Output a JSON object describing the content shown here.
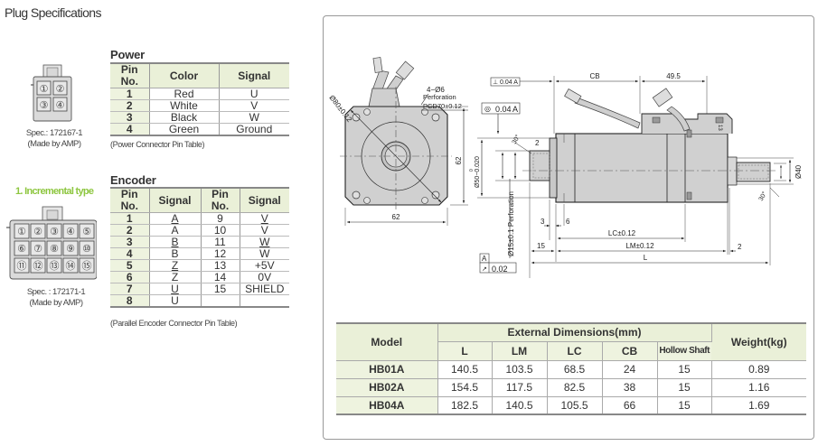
{
  "page": {
    "title": "Plug Specifications"
  },
  "power": {
    "title": "Power",
    "headers": [
      "Pin No.",
      "Color",
      "Signal"
    ],
    "rows": [
      {
        "pin": "1",
        "color": "Red",
        "signal": "U"
      },
      {
        "pin": "2",
        "color": "White",
        "signal": "V"
      },
      {
        "pin": "3",
        "color": "Black",
        "signal": "W"
      },
      {
        "pin": "4",
        "color": "Green",
        "signal": "Ground"
      }
    ],
    "note": "(Power Connector Pin Table)",
    "connector": {
      "spec": "Spec.: 172167-1",
      "maker": "(Made by AMP)",
      "pins": [
        "①",
        "②",
        "③",
        "④"
      ]
    }
  },
  "encoder": {
    "type_label": "1. Incremental type",
    "title": "Encoder",
    "headers": [
      "Pin No.",
      "Signal",
      "Pin No.",
      "Signal"
    ],
    "rows": [
      {
        "pin1": "1",
        "sig1": "A",
        "sig1_bar": false,
        "pin2": "9",
        "sig2": "V",
        "sig2_bar": false
      },
      {
        "pin1": "2",
        "sig1": "A",
        "sig1_bar": true,
        "pin2": "10",
        "sig2": "V",
        "sig2_bar": true
      },
      {
        "pin1": "3",
        "sig1": "B",
        "sig1_bar": false,
        "pin2": "11",
        "sig2": "W",
        "sig2_bar": false
      },
      {
        "pin1": "4",
        "sig1": "B",
        "sig1_bar": true,
        "pin2": "12",
        "sig2": "W",
        "sig2_bar": true
      },
      {
        "pin1": "5",
        "sig1": "Z",
        "sig1_bar": false,
        "pin2": "13",
        "sig2": "+5V",
        "sig2_bar": false
      },
      {
        "pin1": "6",
        "sig1": "Z",
        "sig1_bar": true,
        "pin2": "14",
        "sig2": "0V",
        "sig2_bar": false
      },
      {
        "pin1": "7",
        "sig1": "U",
        "sig1_bar": false,
        "pin2": "15",
        "sig2": "SHIELD",
        "sig2_bar": false
      },
      {
        "pin1": "8",
        "sig1": "U",
        "sig1_bar": true,
        "pin2": "",
        "sig2": "",
        "sig2_bar": false
      }
    ],
    "note": "(Parallel Encoder Connector Pin Table)",
    "connector": {
      "spec": "Spec. : 172171-1",
      "maker": "(Made by AMP)",
      "pins": [
        "①",
        "②",
        "③",
        "④",
        "⑤",
        "⑥",
        "⑦",
        "⑧",
        "⑨",
        "⑩",
        "⑪",
        "⑫",
        "⑬",
        "⑭",
        "⑮"
      ]
    }
  },
  "drawing": {
    "front": {
      "diameter": "Ø80±0.12",
      "holes": "4−Ø6",
      "perforation": "Perforation",
      "pcd": "PCD70±0.12",
      "width": "62",
      "height": "62"
    },
    "side": {
      "perp_tol": "⊥ 0.04 A",
      "perp_sym": "⊥",
      "perp_val": "0.04",
      "perp_ref": "A",
      "conc_sym": "◎",
      "conc_val": "0.04",
      "conc_ref": "A",
      "cb": "CB",
      "dim_49_5": "49.5",
      "pilot": "Ø50−0.020",
      "pilot_upper": "0",
      "hollow": "Ø15±0.1 Perforation",
      "angle": "30°",
      "d2": "2",
      "d3": "3",
      "d6": "6",
      "d15": "15",
      "d13": "13",
      "lc": "LC±0.12",
      "lm": "LM±0.12",
      "l": "L",
      "d2b": "2",
      "d40": "Ø40",
      "datum": "A",
      "runout_sym": "↗",
      "runout_val": "0.02"
    }
  },
  "dims_table": {
    "model_header": "Model",
    "group_header": "External Dimensions(mm)",
    "sub_headers": [
      "L",
      "LM",
      "LC",
      "CB",
      "Hollow Shaft"
    ],
    "weight_header": "Weight(kg)",
    "rows": [
      {
        "model": "HB01A",
        "L": "140.5",
        "LM": "103.5",
        "LC": "68.5",
        "CB": "24",
        "hollow": "15",
        "weight": "0.89"
      },
      {
        "model": "HB02A",
        "L": "154.5",
        "LM": "117.5",
        "LC": "82.5",
        "CB": "38",
        "hollow": "15",
        "weight": "1.16"
      },
      {
        "model": "HB04A",
        "L": "182.5",
        "LM": "140.5",
        "LC": "105.5",
        "CB": "66",
        "hollow": "15",
        "weight": "1.69"
      }
    ]
  }
}
